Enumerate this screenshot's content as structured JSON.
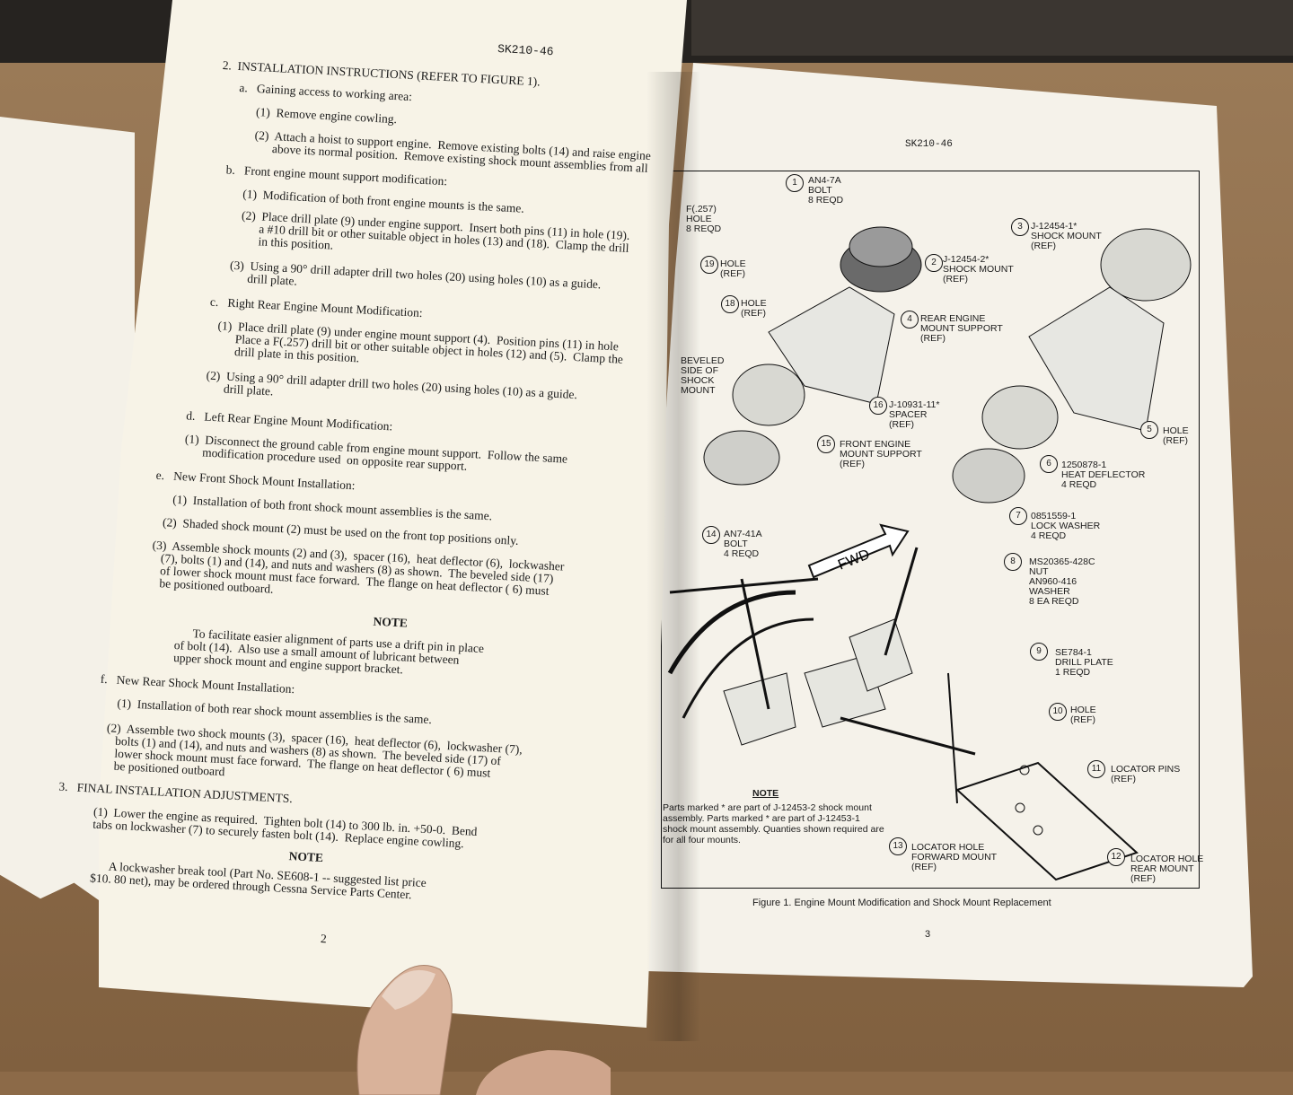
{
  "left_page": {
    "header": "SK210-46",
    "lines": [
      "2.  INSTALLATION INSTRUCTIONS (REFER TO FIGURE 1).",
      "a.   Gaining access to working area:",
      "(1)  Remove engine cowling.",
      "(2)  Attach a hoist to support engine.  Remove existing bolts (14) and raise engine",
      "above its normal position.  Remove existing shock mount assemblies from all",
      "b.   Front engine mount support modification:",
      "(1)  Modification of both front engine mounts is the same.",
      "(2)  Place drill plate (9) under engine support.  Insert both pins (11) in hole (19).",
      "a #10 drill bit or other suitable object in holes (13) and (18).  Clamp the drill",
      "in this position.",
      "(3)  Using a 90° drill adapter drill two holes (20) using holes (10) as a guide.",
      "drill plate.",
      "c.   Right Rear Engine Mount Modification:",
      "(1)  Place drill plate (9) under engine mount support (4).  Position pins (11) in hole",
      "Place a F(.257) drill bit or other suitable object in holes (12) and (5).  Clamp the",
      "drill plate in this position.",
      "(2)  Using a 90° drill adapter drill two holes (20) using holes (10) as a guide.",
      "drill plate.",
      "d.   Left Rear Engine Mount Modification:",
      "(1)  Disconnect the ground cable from engine mount support.  Follow the same",
      "modification procedure used  on opposite rear support.",
      "e.   New Front Shock Mount Installation:",
      "(1)  Installation of both front shock mount assemblies is the same.",
      "(2)  Shaded shock mount (2) must be used on the front top positions only.",
      "(3)  Assemble shock mounts (2) and (3),  spacer (16),  heat deflector (6),  lockwasher",
      "(7), bolts (1) and (14), and nuts and washers (8) as shown.  The beveled side (17)",
      "of lower shock mount must face forward.  The flange on heat deflector ( 6) must",
      "be positioned outboard.",
      "NOTE",
      "To facilitate easier alignment of parts use a drift pin in place",
      "of bolt (14).  Also use a small amount of lubricant between",
      "upper shock mount and engine support bracket.",
      "f.   New Rear Shock Mount Installation:",
      "(1)  Installation of both rear shock mount assemblies is the same.",
      "(2)  Assemble two shock mounts (3),  spacer (16),  heat deflector (6),  lockwasher (7),",
      "bolts (1) and (14), and nuts and washers (8) as shown.  The beveled side (17) of",
      "lower shock mount must face forward.  The flange on heat deflector ( 6) must",
      "be positioned outboard",
      "3.   FINAL INSTALLATION ADJUSTMENTS.",
      "(1)  Lower the engine as required.  Tighten bolt (14) to 300 lb. in. +50-0.  Bend",
      "tabs on lockwasher (7) to securely fasten bolt (14).  Replace engine cowling.",
      "NOTE",
      "A lockwasher break tool (Part No. SE608-1 -- suggested list price",
      "$10. 80 net), may be ordered through Cessna Service Parts Center."
    ],
    "page_number": "2"
  },
  "right_page": {
    "header": "SK210-46",
    "callouts": {
      "c1": "AN4-7A\nBOLT\n8 REQD",
      "c2": "J-12454-2*\nSHOCK MOUNT\n(REF)",
      "c3": "J-12454-1*\nSHOCK MOUNT\n(REF)",
      "c4": "REAR ENGINE\nMOUNT SUPPORT\n(REF)",
      "c5": "HOLE\n(REF)",
      "c6": "1250878-1\nHEAT DEFLECTOR\n4 REQD",
      "c7": "0851559-1\nLOCK WASHER\n4 REQD",
      "c8": "MS20365-428C\nNUT\nAN960-416\nWASHER\n8 EA REQD",
      "c9": "SE784-1\nDRILL PLATE\n1 REQD",
      "c10": "HOLE\n(REF)",
      "c11": "LOCATOR PINS\n(REF)",
      "c12": "LOCATOR HOLE\nREAR MOUNT\n(REF)",
      "c13": "LOCATOR HOLE\nFORWARD MOUNT\n(REF)",
      "c14": "AN7-41A\nBOLT\n4 REQD",
      "c15": "FRONT ENGINE\nMOUNT SUPPORT\n(REF)",
      "c16": "J-10931-11*\nSPACER\n(REF)",
      "c18": "HOLE\n(REF)",
      "c19": "HOLE\n(REF)",
      "cF": "F(.257)\nHOLE\n8 REQD",
      "cBev": "BEVELED\nSIDE OF\nSHOCK\nMOUNT",
      "fwd": "FWD"
    },
    "note_title": "NOTE",
    "note_text": "Parts marked * are part of J-12453-2 shock mount assembly.  Parts marked * are part of J-12453-1 shock mount assembly. Quanties shown required are for all four mounts.",
    "caption": "Figure  1.   Engine Mount Modification and Shock Mount Replacement",
    "page_number": "3"
  }
}
